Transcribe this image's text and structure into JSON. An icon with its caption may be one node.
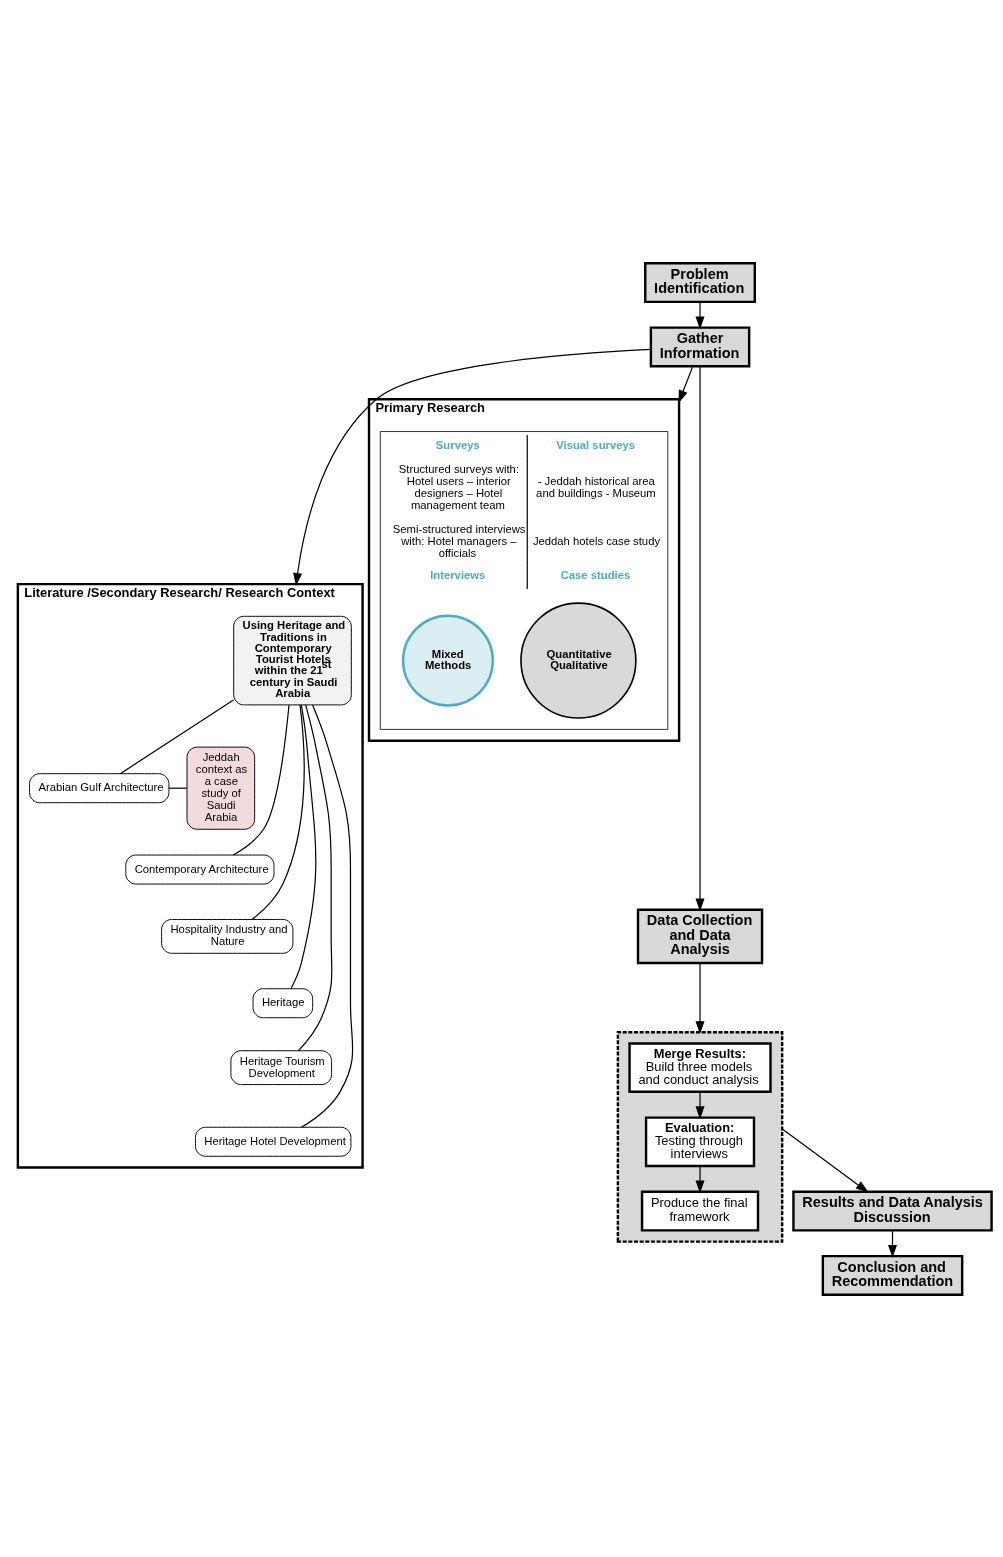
{
  "diagram": {
    "nodes": [
      {
        "text": [
          "Problem Identification"
        ]
      },
      {
        "text": [
          "Gather Information"
        ]
      },
      {
        "text": [
          "Literature /Secondary Research/ Research Context"
        ]
      },
      {
        "text": [
          "Using Heritage and Traditions in Contemporary Tourist Hotels within the 21$^{st}$ century in Saudi Arabia"
        ],
        "in": 2
      },
      {
        "text": [
          "Arabian Gulf Architecture"
        ],
        "in": 2
      },
      {
        "text": [
          "Contemporary Architecture"
        ],
        "in": 2
      },
      {
        "text": [
          "Hospitality Industry and Nature"
        ],
        "in": 2
      },
      {
        "text": [
          "Heritage"
        ],
        "in": 2
      },
      {
        "text": [
          "Heritage Tourism Development"
        ],
        "in": 2
      },
      {
        "text": [
          "Heritage Hotel Development"
        ],
        "in": 2
      },
      {
        "text": [
          "Jeddah context as a case study of Saudi Arabia"
        ],
        "in": 2
      },
      {
        "text": [
          "Primary Research"
        ]
      },
      {
        "text": [
          "Surveys",
          "Visual surveys",
          "Structured surveys with: Hotel users – interior designers – Hotel management team",
          "- Jeddah historical area and buildings - Museum",
          "Semi-structured interviews with: Hotel managers – officials",
          "Jeddah hotels case study",
          "Interviews",
          "Case studies"
        ],
        "in": 11
      },
      {
        "text": [
          "Quantitative",
          "Qualitative"
        ],
        "in": 12
      },
      {
        "text": [
          "Mixed Methods"
        ],
        "in": 12
      },
      {
        "text": [
          "Data Collection and Data Analysis"
        ]
      },
      {
        "text": [],
        "shape": "box"
      },
      {
        "text": [
          "Merge Results:",
          "Build three models and conduct analysis"
        ],
        "in": 16
      },
      {
        "text": [
          "Evaluation:",
          "Testing through interviews"
        ],
        "in": 16
      },
      {
        "text": [
          "Produce the final framework"
        ],
        "in": 16
      },
      {
        "text": [
          "Results and Data Analysis Discussion"
        ]
      },
      {
        "text": [
          "Conclusion and Recommendation"
        ]
      }
    ],
    "edges": [
      {
        "from": 0,
        "to": 1,
        "arrow": "to"
      },
      {
        "from": 1,
        "to": 15,
        "arrow": "to"
      },
      {
        "from": 1,
        "to": 2,
        "arrow": "to"
      },
      {
        "from": 1,
        "to": 11,
        "arrow": "to"
      },
      {
        "from": 3,
        "to": 4,
        "arrow": "none"
      },
      {
        "from": 3,
        "to": 5,
        "arrow": "none"
      },
      {
        "from": 3,
        "to": 6,
        "arrow": "none"
      },
      {
        "from": 3,
        "to": 7,
        "arrow": "none"
      },
      {
        "from": 3,
        "to": 8,
        "arrow": "none"
      },
      {
        "from": 3,
        "to": 9,
        "arrow": "none"
      },
      {
        "from": 4,
        "to": 10,
        "arrow": "none"
      },
      {
        "from": 15,
        "to": 16,
        "arrow": "to"
      },
      {
        "from": 17,
        "to": 18,
        "arrow": "to"
      },
      {
        "from": 18,
        "to": 19,
        "arrow": "to"
      },
      {
        "from": 16,
        "to": 20,
        "arrow": "to"
      },
      {
        "from": 20,
        "to": 21,
        "arrow": "to"
      }
    ]
  }
}
